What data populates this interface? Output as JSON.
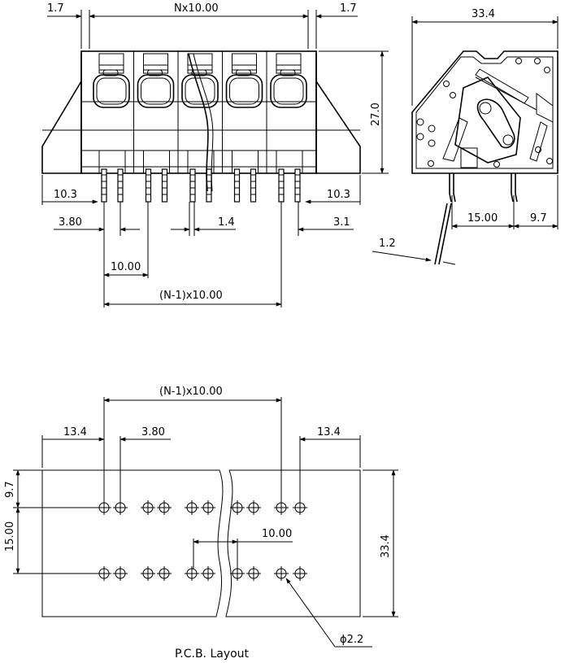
{
  "front_view": {
    "dim_left_margin": "1.7",
    "dim_pitch_total": "Nx10.00",
    "dim_right_margin": "1.7",
    "dim_height": "27.0",
    "dim_left_edge": "10.3",
    "dim_right_edge": "10.3",
    "dim_pin_offset": "3.80",
    "dim_pin_width": "1.4",
    "dim_right_offset": "3.1",
    "dim_pitch": "10.00",
    "dim_span": "(N-1)x10.00",
    "pole_count": 5
  },
  "side_view": {
    "dim_depth": "33.4",
    "dim_pin_spacing": "15.00",
    "dim_pin_edge": "9.7",
    "dim_wire": "1.2"
  },
  "pcb_layout": {
    "dim_span": "(N-1)x10.00",
    "dim_left": "13.4",
    "dim_offset": "3.80",
    "dim_right": "13.4",
    "dim_top_row": "9.7",
    "dim_row_spacing": "15.00",
    "dim_pitch": "10.00",
    "dim_height": "33.4",
    "dim_hole": "ϕ2.2",
    "caption": "P.C.B. Layout"
  }
}
